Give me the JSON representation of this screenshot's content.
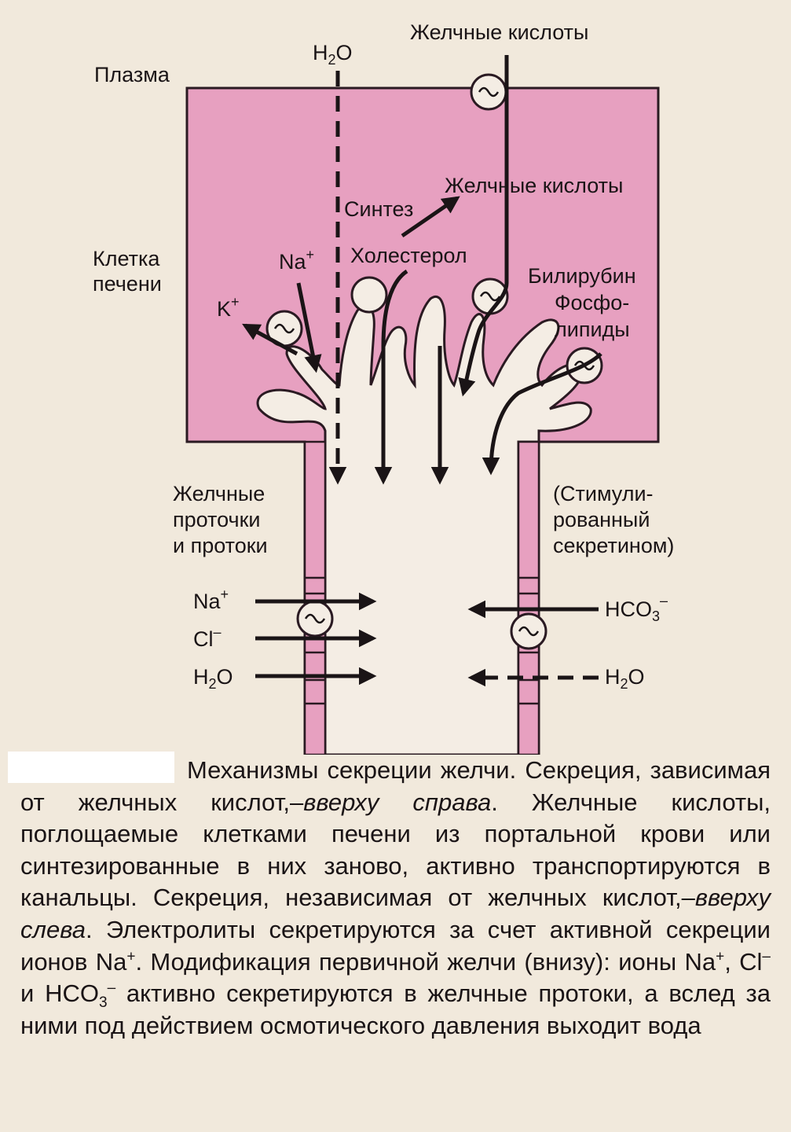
{
  "diagram": {
    "labels": {
      "plasma": "Плазма",
      "h2o_top": "H",
      "bile_acids_top": "Желчные кислоты",
      "bile_acids_mid": "Желчные кислоты",
      "synthesis": "Синтез",
      "cholesterol": "Холестерол",
      "liver_cell_1": "Клетка",
      "liver_cell_2": "печени",
      "na_plus": "Na",
      "k_plus": "K",
      "bilirubin": "Билирубин",
      "phospho_1": "Фосфо-",
      "phospho_2": "липиды",
      "ducts_1": "Желчные",
      "ducts_2": "проточки",
      "ducts_3": "и протоки",
      "stim_1": "(Стимули-",
      "stim_2": "рованный",
      "stim_3": "секретином)",
      "na_bottom": "Na",
      "cl_bottom": "Cl",
      "h2o_bottom_left": "H",
      "hco3": "HCO",
      "h2o_bottom_right": "H"
    },
    "colors": {
      "cell_fill": "#e7a0c0",
      "cell_stroke": "#2a1a22",
      "background": "#f1e9dc",
      "lumen": "#f4ede4"
    }
  },
  "caption": {
    "text_1": "Механизмы секреции желчи. Секреция, зависимая от желчных кислот,–",
    "italic_1": "вверху справа",
    "text_2": ". Желчные кислоты, поглощаемые клетками печени из портальной крови или синтезированные в них заново, активно транспортируются в канальцы. Секреция, независимая от желчных кислот,–",
    "italic_2": "вверху слева",
    "text_3": ". Электролиты секретируются за счет активной секреции ионов Na",
    "sup_1": "+",
    "text_4": ". Модификация первичной желчи (внизу): ионы Na",
    "sup_2": "+",
    "text_5": ", Cl",
    "sup_3": "–",
    "text_6": " и HCO",
    "sub_1": "3",
    "sup_4": "–",
    "text_7": " активно секретируются в желчные протоки, а вслед за ними под действием осмотического давления выходит вода"
  }
}
